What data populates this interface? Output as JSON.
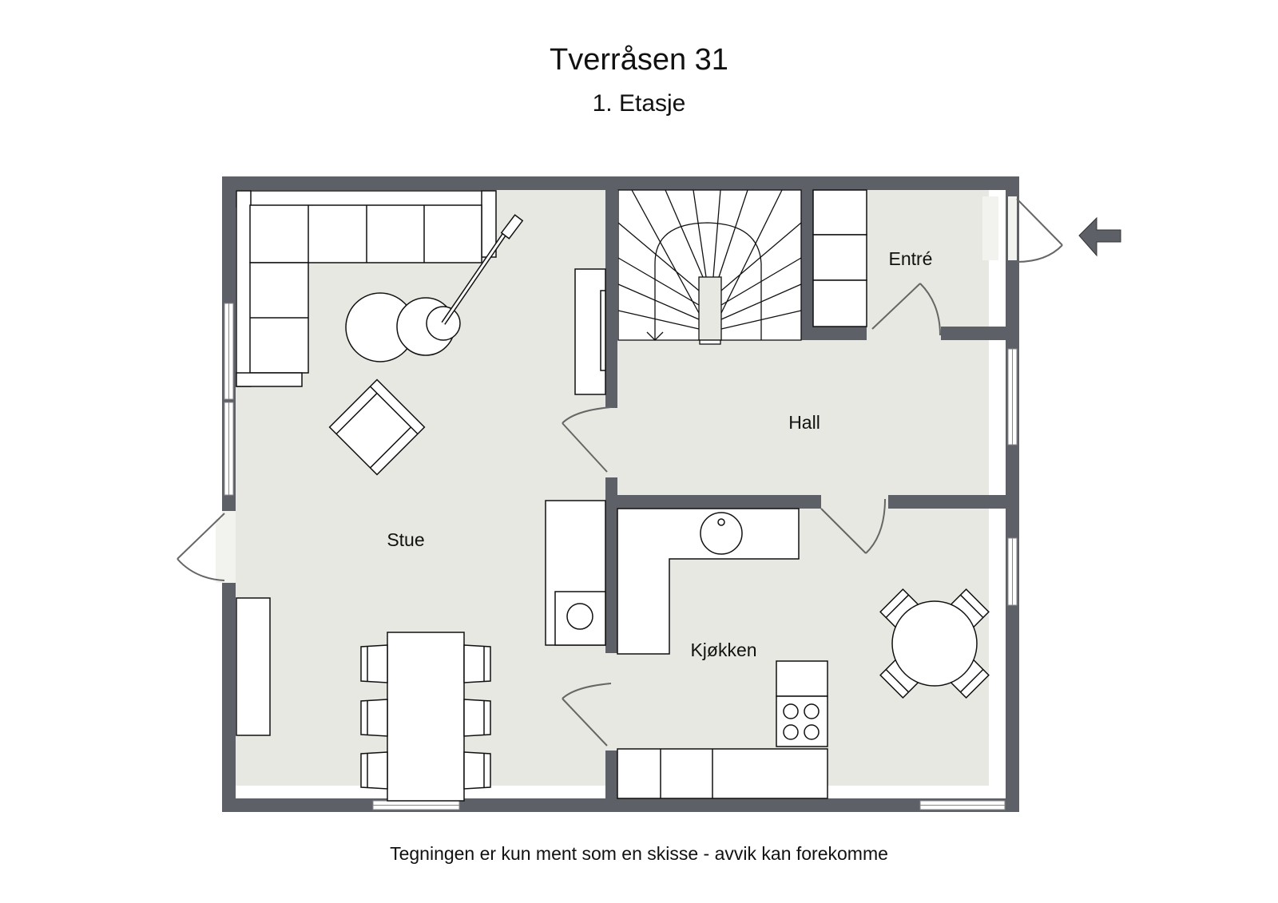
{
  "header": {
    "title": "Tverråsen 31",
    "subtitle": "1. Etasje"
  },
  "rooms": {
    "stue": "Stue",
    "hall": "Hall",
    "entre": "Entré",
    "kjokken": "Kjøkken"
  },
  "footer": {
    "disclaimer": "Tegningen er kun ment som en skisse - avvik kan forekomme"
  },
  "colors": {
    "wall": "#5d6066",
    "floor": "#e8e8e2",
    "furniture": "#ffffff",
    "line": "#111111"
  },
  "icons": {
    "entrance_arrow": "arrow-left-icon"
  }
}
